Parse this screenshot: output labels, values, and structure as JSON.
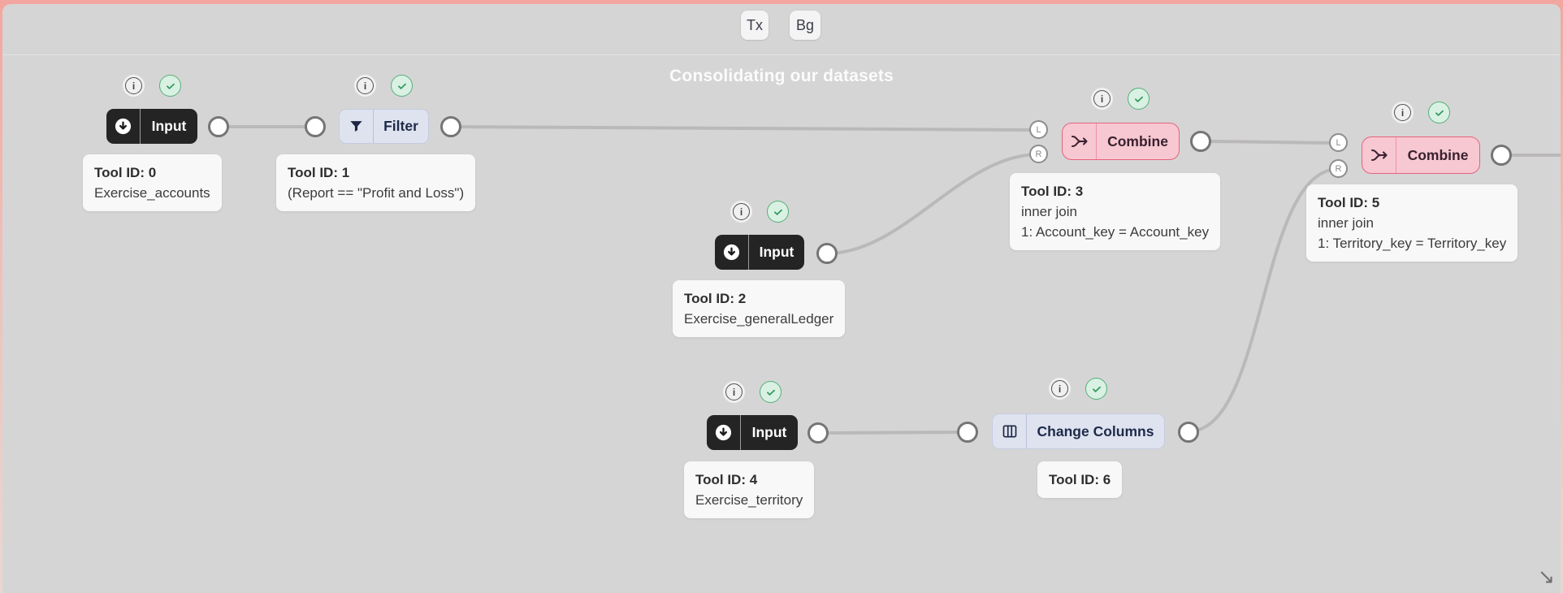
{
  "toolbar": {
    "buttons": [
      "Tx",
      "Bg"
    ]
  },
  "canvas": {
    "title": "Consolidating our datasets"
  },
  "colors": {
    "frame_accent": "#f3a6a0",
    "canvas_bg": "#d6d5d5",
    "node_input_bg": "#242424",
    "node_light_bg": "#dee3ef",
    "node_combine_bg": "#f7c8d1",
    "node_combine_border": "#e4647e",
    "edge": "#bab8b8",
    "status_ok_green": "#54ae7c"
  },
  "nodes": [
    {
      "id": "0",
      "type": "input",
      "label": "Input",
      "card": {
        "title": "Tool ID: 0",
        "lines": [
          "Exercise_accounts"
        ]
      }
    },
    {
      "id": "1",
      "type": "filter",
      "label": "Filter",
      "card": {
        "title": "Tool ID: 1",
        "lines": [
          "(Report == \"Profit and Loss\")"
        ]
      }
    },
    {
      "id": "2",
      "type": "input",
      "label": "Input",
      "card": {
        "title": "Tool ID: 2",
        "lines": [
          "Exercise_generalLedger"
        ]
      }
    },
    {
      "id": "3",
      "type": "combine",
      "label": "Combine",
      "ports": {
        "left": "L",
        "right": "R"
      },
      "card": {
        "title": "Tool ID: 3",
        "lines": [
          "inner join",
          "1: Account_key = Account_key"
        ]
      }
    },
    {
      "id": "4",
      "type": "input",
      "label": "Input",
      "card": {
        "title": "Tool ID: 4",
        "lines": [
          "Exercise_territory"
        ]
      }
    },
    {
      "id": "5",
      "type": "combine",
      "label": "Combine",
      "ports": {
        "left": "L",
        "right": "R"
      },
      "card": {
        "title": "Tool ID: 5",
        "lines": [
          "inner join",
          "1: Territory_key = Territory_key"
        ]
      }
    },
    {
      "id": "6",
      "type": "change-columns",
      "label": "Change Columns",
      "card": {
        "title": "Tool ID: 6",
        "lines": []
      }
    }
  ]
}
